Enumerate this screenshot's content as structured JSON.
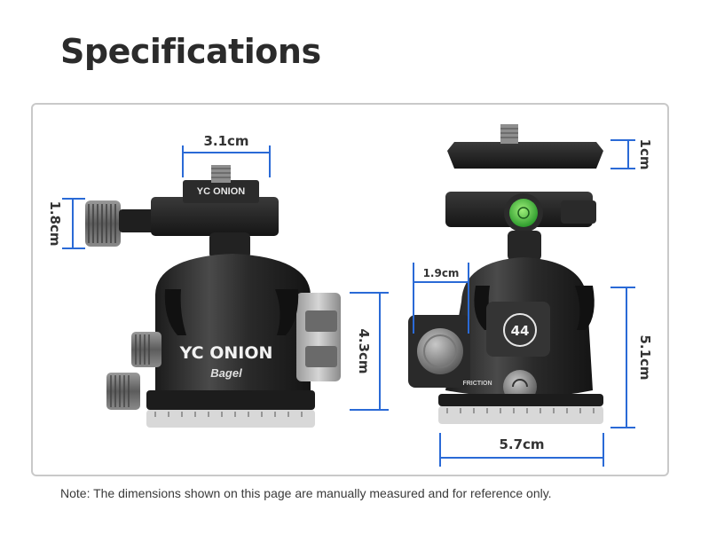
{
  "title": "Specifications",
  "note": "Note: The dimensions shown on this page are manually measured and for reference only.",
  "accent_color": "#2a6ad6",
  "left_product": {
    "brand": "YC ONION",
    "model": "Bagel",
    "plate_brand": "YC ONION",
    "dimensions": {
      "plate_width": "3.1cm",
      "knob_height": "1.8cm",
      "ball_height": "4.3cm"
    }
  },
  "right_product": {
    "badge": "44",
    "friction_label": "FRICTION",
    "dimensions": {
      "plate_thickness": "1cm",
      "knob_depth": "1.9cm",
      "height": "5.1cm",
      "width": "5.7cm"
    }
  }
}
